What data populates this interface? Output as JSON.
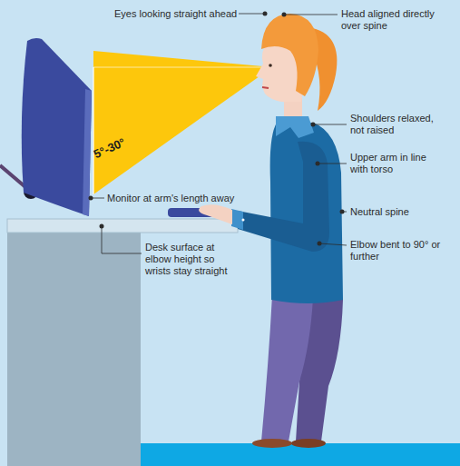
{
  "diagram": {
    "labels": [
      "Head aligned directly over spine",
      "Eyes looking straight ahead",
      "5°-30°",
      "Shoulders relaxed, not raised",
      "Upper arm in line with torso",
      "Neutral spine",
      "Monitor at arm's length away",
      "Elbow bent to 90° or further",
      "Desk surface at elbow height so wrists stay straight"
    ]
  }
}
